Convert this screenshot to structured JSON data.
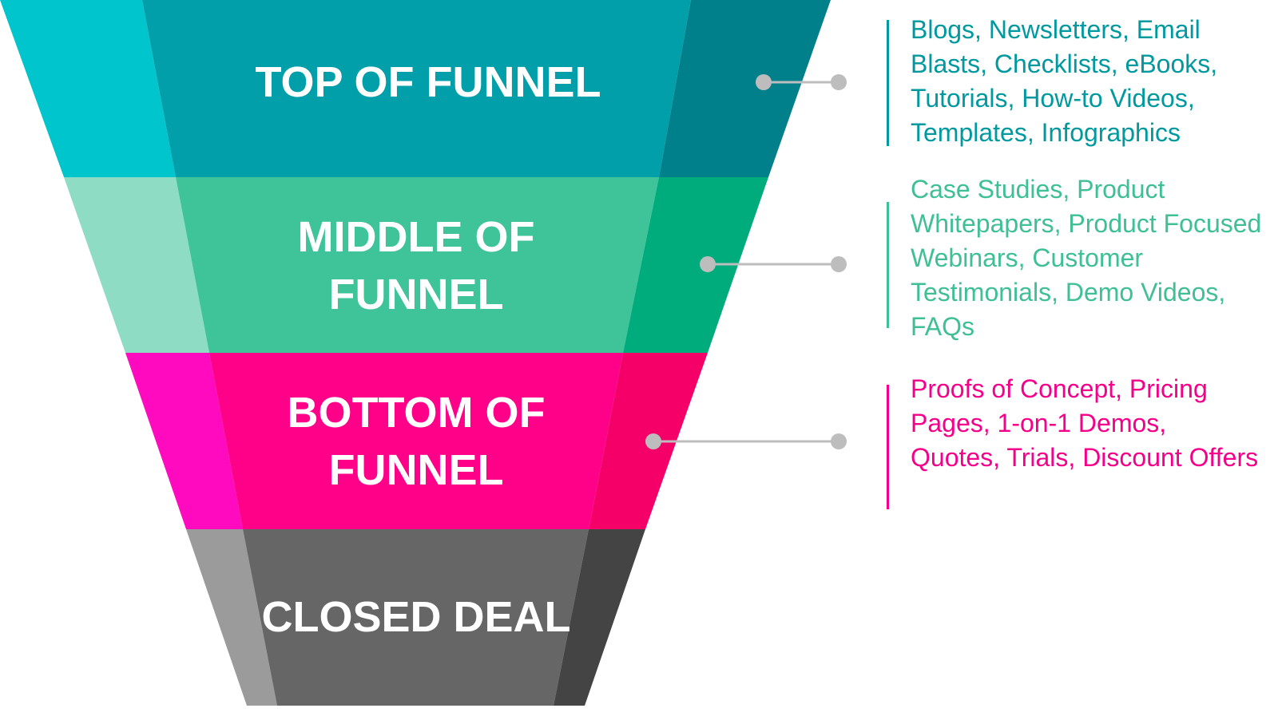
{
  "stages": [
    {
      "id": "top",
      "title_lines": [
        "TOP OF FUNNEL"
      ],
      "description": "Blogs, Newsletters, Email Blasts, Checklists, eBooks, Tutorials, How-to Videos, Templates, Infographics",
      "colors": {
        "left": "#00c5cc",
        "main": "#009faa",
        "right": "#00808a",
        "text": "#00999f"
      }
    },
    {
      "id": "middle",
      "title_lines": [
        "MIDDLE OF",
        "FUNNEL"
      ],
      "description": "Case Studies,  Product Whitepapers, Product Focused Webinars, Customer Testimonials, Demo Videos, FAQs",
      "colors": {
        "left": "#8edcc4",
        "main": "#3fc49a",
        "right": "#00ac7c",
        "text": "#3fbf95"
      }
    },
    {
      "id": "bottom",
      "title_lines": [
        "BOTTOM OF",
        "FUNNEL"
      ],
      "description": "Proofs of Concept, Pricing Pages, 1-on-1 Demos, Quotes, Trials, Discount Offers",
      "colors": {
        "left": "#ff0abf",
        "main": "#ff0088",
        "right": "#f50068",
        "text": "#f5008b"
      }
    },
    {
      "id": "closed",
      "title_lines": [
        "CLOSED DEAL"
      ],
      "colors": {
        "left": "#9b9b9b",
        "main": "#666666",
        "right": "#444444"
      }
    }
  ],
  "connector_color": "#bdbdbd"
}
